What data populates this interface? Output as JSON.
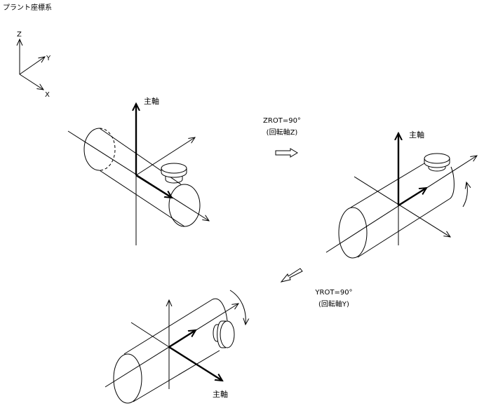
{
  "title": "プラント座標系",
  "plant_axes": {
    "x": "X",
    "y": "Y",
    "z": "Z"
  },
  "views": [
    {
      "main_axis_label": "主軸"
    },
    {
      "main_axis_label": "主軸"
    },
    {
      "main_axis_label": "主軸"
    }
  ],
  "transforms": [
    {
      "label": "ZROT=90°",
      "sub": "(回転軸Z)"
    },
    {
      "label": "YROT=90°",
      "sub": "(回転軸Y)"
    }
  ]
}
